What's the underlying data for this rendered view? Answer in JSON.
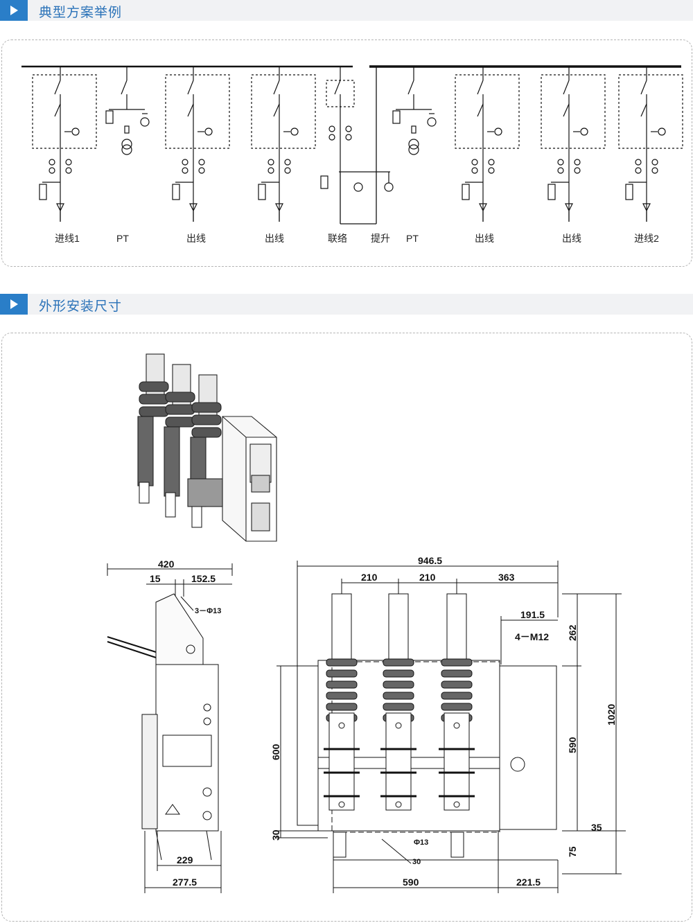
{
  "sections": [
    {
      "title": "典型方案举例"
    },
    {
      "title": "外形安装尺寸"
    }
  ],
  "schematic": {
    "units": [
      "进线1",
      "PT",
      "出线",
      "出线",
      "联络",
      "提升",
      "PT",
      "出线",
      "出线",
      "进线2"
    ]
  },
  "dimensions": {
    "side": {
      "overall_width": "420",
      "d15": "15",
      "d152": "152.5",
      "hole": "3－Φ13",
      "d229": "229",
      "d277": "277.5"
    },
    "front": {
      "overall_width": "946.5",
      "pitch_1": "210",
      "pitch_2": "210",
      "d363": "363",
      "d191": "191.5",
      "bolt": "4－M12",
      "d262": "262",
      "d1020": "1020",
      "d600": "600",
      "d590v": "590",
      "d30": "30",
      "d35": "35",
      "d75": "75",
      "d590h": "590",
      "d221": "221.5",
      "detail_hole": "Φ13",
      "detail_30": "30"
    }
  },
  "colors": {
    "accent": "#2a7ec8",
    "title": "#2a72b8",
    "header_bg": "#f1f2f4"
  }
}
